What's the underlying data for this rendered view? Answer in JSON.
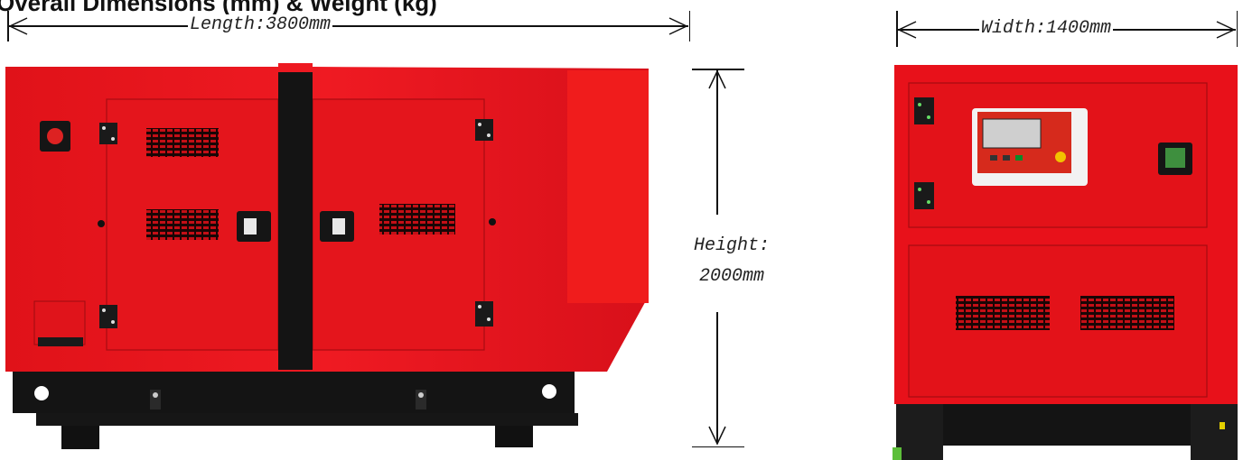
{
  "heading": "Overall Dimensions (mm) & Weight (kg)",
  "dimensions": {
    "length": "Length:3800mm",
    "width": "Width:1400mm",
    "height_line1": "Height:",
    "height_line2": "2000mm"
  },
  "colors": {
    "canopy_red": "#e8111a",
    "canopy_dark_red": "#c30d14",
    "base_black": "#121212",
    "controller_red": "#d62a1c"
  },
  "icons": [
    "arrow-left-icon",
    "arrow-right-icon",
    "arrow-up-icon",
    "arrow-down-icon",
    "emergency-stop-icon",
    "door-handle-icon",
    "hinge-icon",
    "lifting-eye-icon"
  ]
}
